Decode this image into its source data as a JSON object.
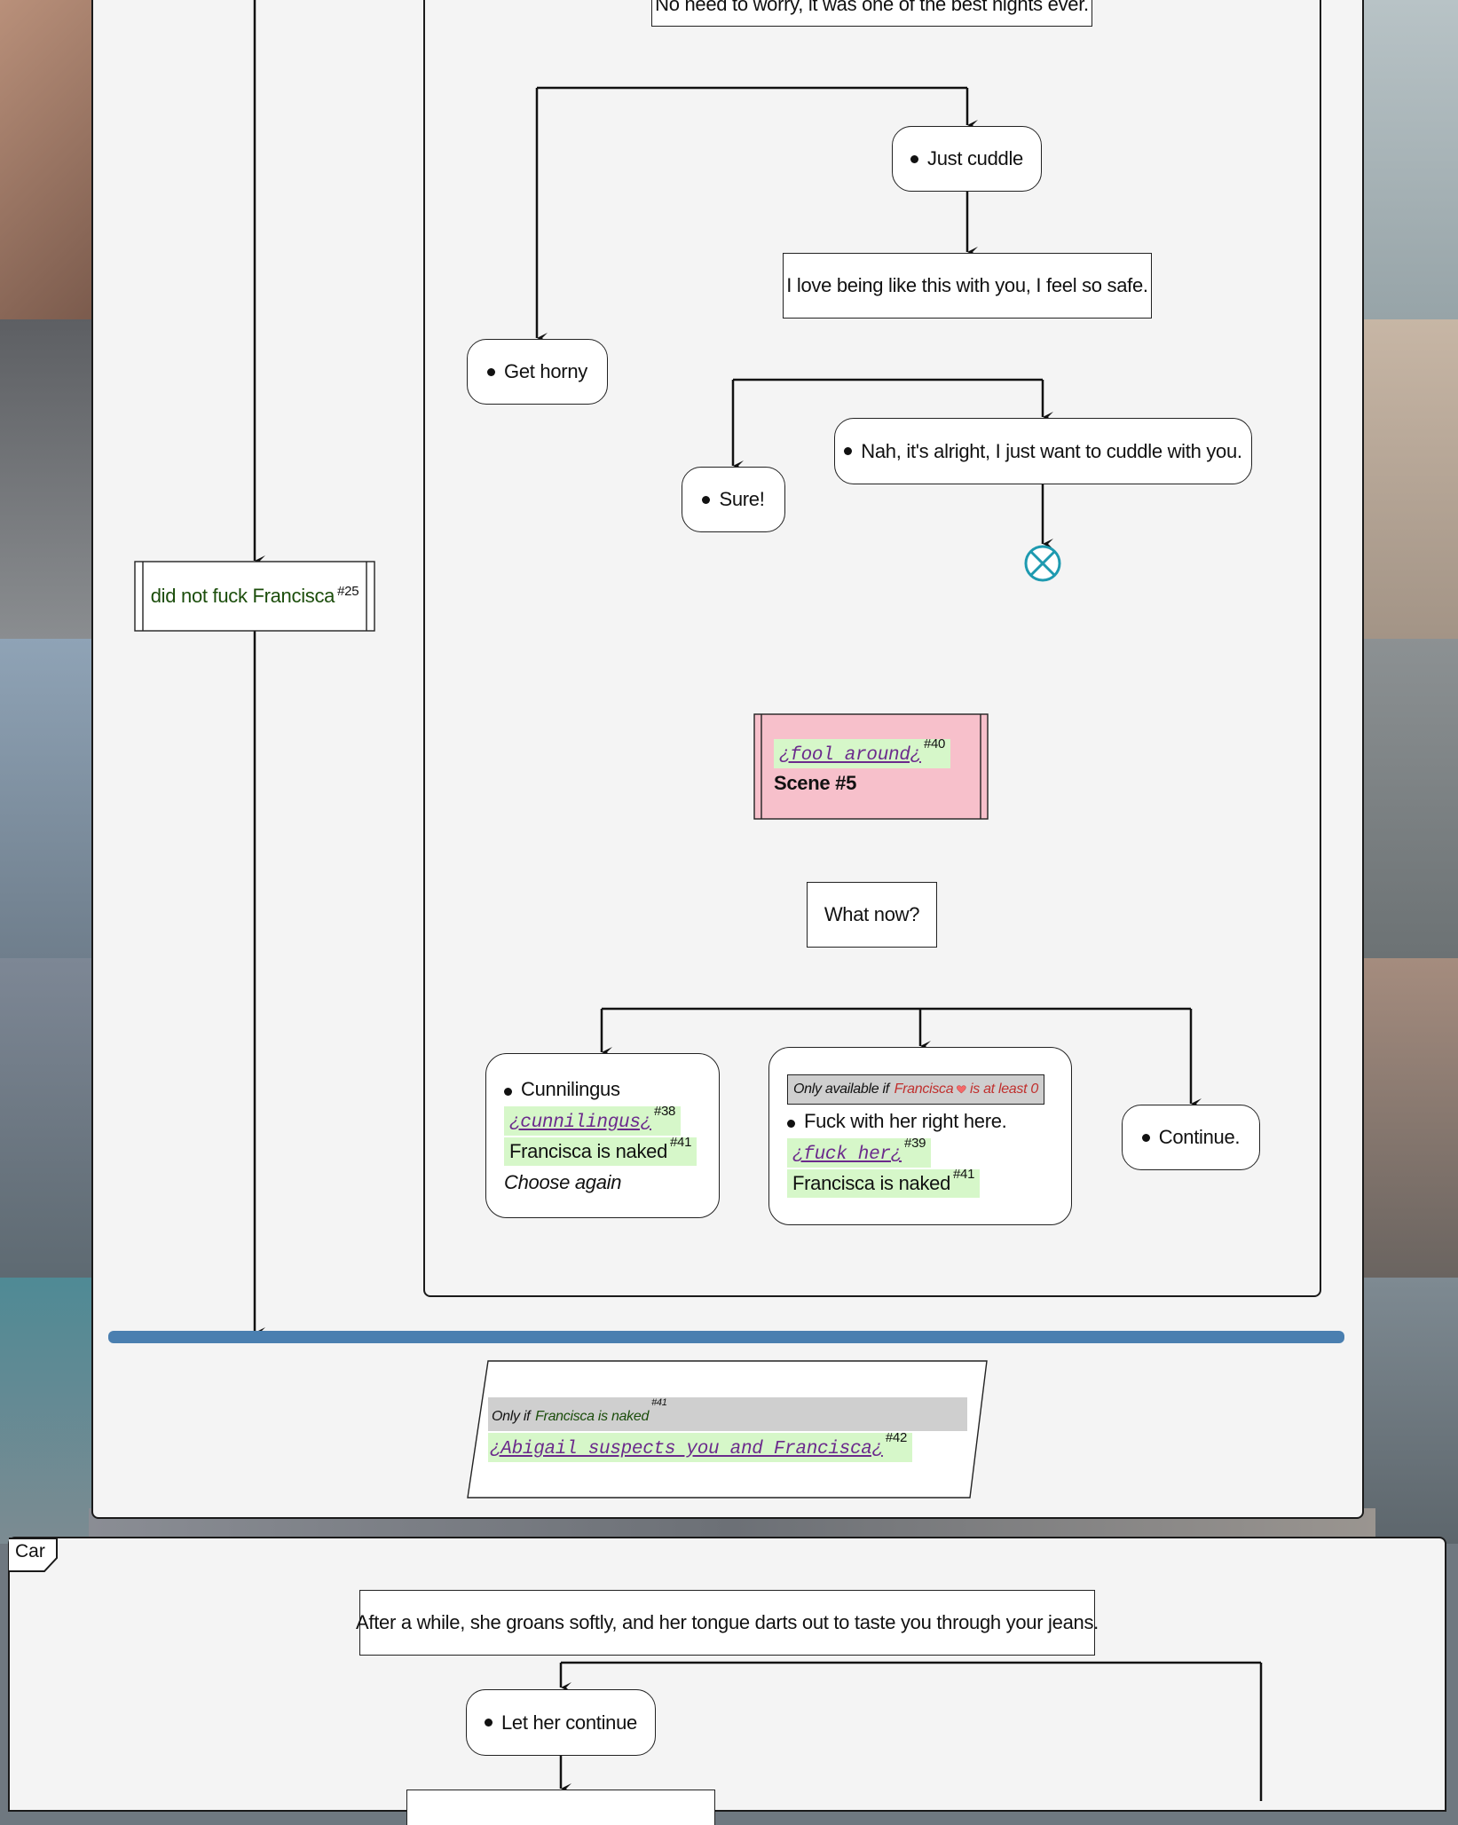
{
  "colors": {
    "pane_bg": "#f4f4f4",
    "sync_bar": "#4a7fb0",
    "end_icon": "#1e9ab0",
    "scene_bg": "#f7c0cb",
    "condition_bg": "#d6f7c9",
    "restriction_bg": "#cfcfcf",
    "link": "#6b2a8c",
    "condition_text": "#1b4d0b"
  },
  "icons": {
    "end": "circle-x-icon",
    "affection": "heart-icon"
  },
  "nodes": {
    "top_partial": "No need to worry, it was one of the best nights ever.",
    "just_cuddle": "Just cuddle",
    "love_being": "I love being like this with you, I feel so safe.",
    "get_horny": "Get horny",
    "nah": "Nah, it's alright, I just want to cuddle with you.",
    "sure": "Sure!",
    "did_not_fuck": "did not fuck Francisca",
    "did_not_fuck_ref": "#25",
    "scene_link": "¿fool around¿",
    "scene_ref": "#40",
    "scene_label": "Scene #5",
    "what_now": "What now?",
    "cunnilingus_option": "Cunnilingus",
    "cunnilingus_link": "¿cunnilingus¿",
    "cunnilingus_ref": "#38",
    "naked_cond": "Francisca is naked",
    "naked_ref": "#41",
    "choose_again": "Choose again",
    "only_available_prefix": "Only available if",
    "only_available_name": "Francisca",
    "only_available_suffix": "is at least 0",
    "fuck_option": "Fuck with her right here.",
    "fuck_link": "¿fuck her¿",
    "fuck_ref": "#39",
    "continue_option": "Continue.",
    "only_if_prefix": "Only if",
    "only_if_cond": "Francisca is naked",
    "only_if_ref": "#41",
    "abigail_link": "¿Abigail suspects you and Francisca¿",
    "abigail_ref": "#42",
    "car_label": "Car",
    "car_intro": "After a while, she groans softly, and her tongue darts out to taste you through your jeans.",
    "let_her_continue": "Let her continue"
  }
}
